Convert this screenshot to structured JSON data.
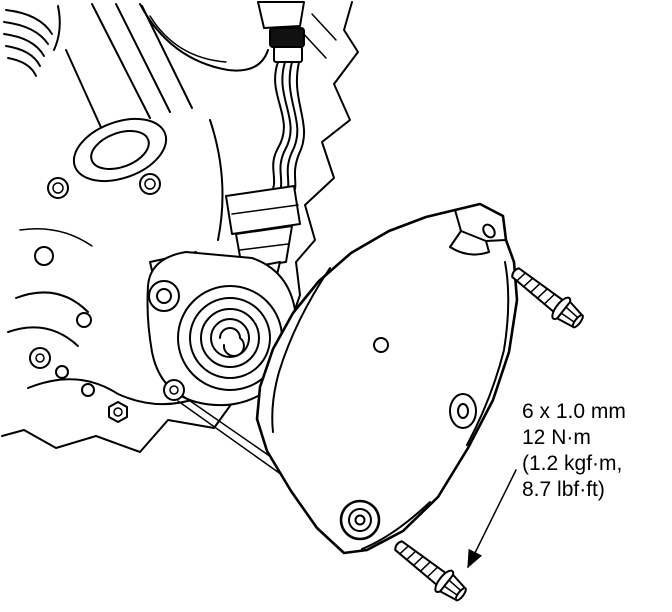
{
  "figure": {
    "kind": "service-manual-line-illustration",
    "subject": "Engine side cover with two flange mounting bolts",
    "spec_label": {
      "line1": "6 x 1.0 mm",
      "line2": "12 N·m",
      "line3": "(1.2 kgf·m,",
      "line4": "8.7 lbf·ft)"
    },
    "parts": [
      "engine-block",
      "cooling-fins",
      "wiring-harness",
      "water-pump",
      "side-cover",
      "flange-bolt-upper",
      "flange-bolt-lower"
    ],
    "colors": {
      "line": "#000000",
      "background": "#ffffff"
    }
  }
}
